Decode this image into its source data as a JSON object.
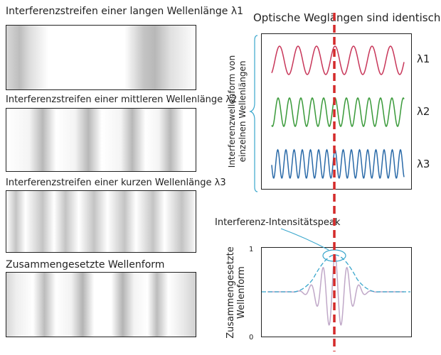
{
  "left": {
    "title_long": "Interferenzstreifen einer langen Wellenlänge λ1",
    "title_mid": "Interferenzstreifen einer mittleren Wellenlänge λ2",
    "title_short": "Interferenzstreifen einer kurzen Wellenlänge λ3",
    "title_composite": "Zusammengesetzte Wellenform"
  },
  "right": {
    "title": "Optische Weglängen sind identisch",
    "side_label_line1": "Interferenzwellenform von",
    "side_label_line2": "einzelnen Wellenlängen",
    "lambda1": "λ1",
    "lambda2": "λ2",
    "lambda3": "λ3",
    "peak_label": "Interferenz-Intensitätspeak",
    "graph_ylabel_line1": "Zusammengesetzte",
    "graph_ylabel_line2": "Wellenform",
    "tick_top": "1",
    "tick_bottom": "0"
  },
  "colors": {
    "lambda1": "#c8375a",
    "lambda2": "#3a9a3a",
    "lambda3": "#2a6aa8",
    "dashed_line": "#d42a2a",
    "envelope": "#39a6cc",
    "composite": "#c0a8c8"
  }
}
